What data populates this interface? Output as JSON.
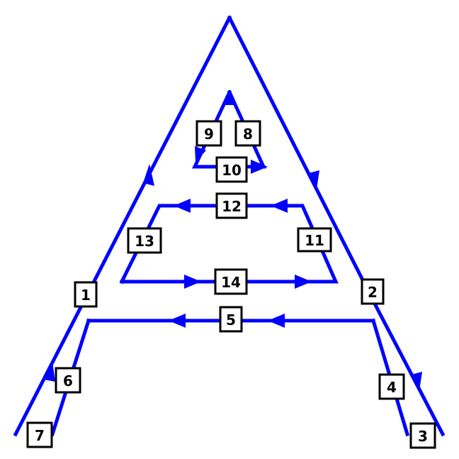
{
  "diagram": {
    "stroke_color": "#0000ff",
    "label_border_color": "#000000",
    "labels": [
      "1",
      "2",
      "3",
      "4",
      "5",
      "6",
      "7",
      "8",
      "9",
      "10",
      "11",
      "12",
      "13",
      "14"
    ]
  }
}
